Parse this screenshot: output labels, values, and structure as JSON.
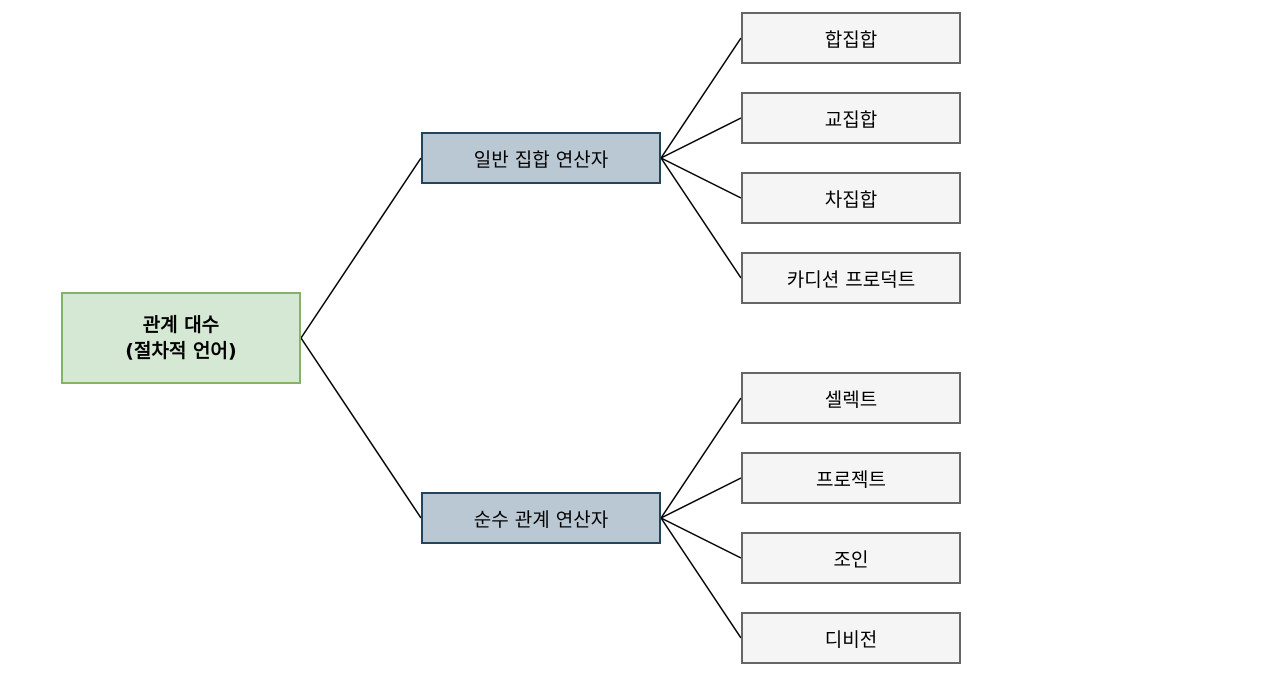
{
  "root": {
    "line1": "관계 대수",
    "line2": "(절차적 언어)"
  },
  "branches": [
    {
      "label": "일반 집합 연산자",
      "children": [
        "합집합",
        "교집합",
        "차집합",
        "카디션 프로덕트"
      ]
    },
    {
      "label": "순수 관계 연산자",
      "children": [
        "셀렉트",
        "프로젝트",
        "조인",
        "디비전"
      ]
    }
  ],
  "colors": {
    "root_fill": "#d5e8d4",
    "root_border": "#82b366",
    "mid_fill": "#bac8d3",
    "mid_border": "#23445d",
    "leaf_fill": "#f5f5f5",
    "leaf_border": "#666666",
    "line": "#000000"
  }
}
